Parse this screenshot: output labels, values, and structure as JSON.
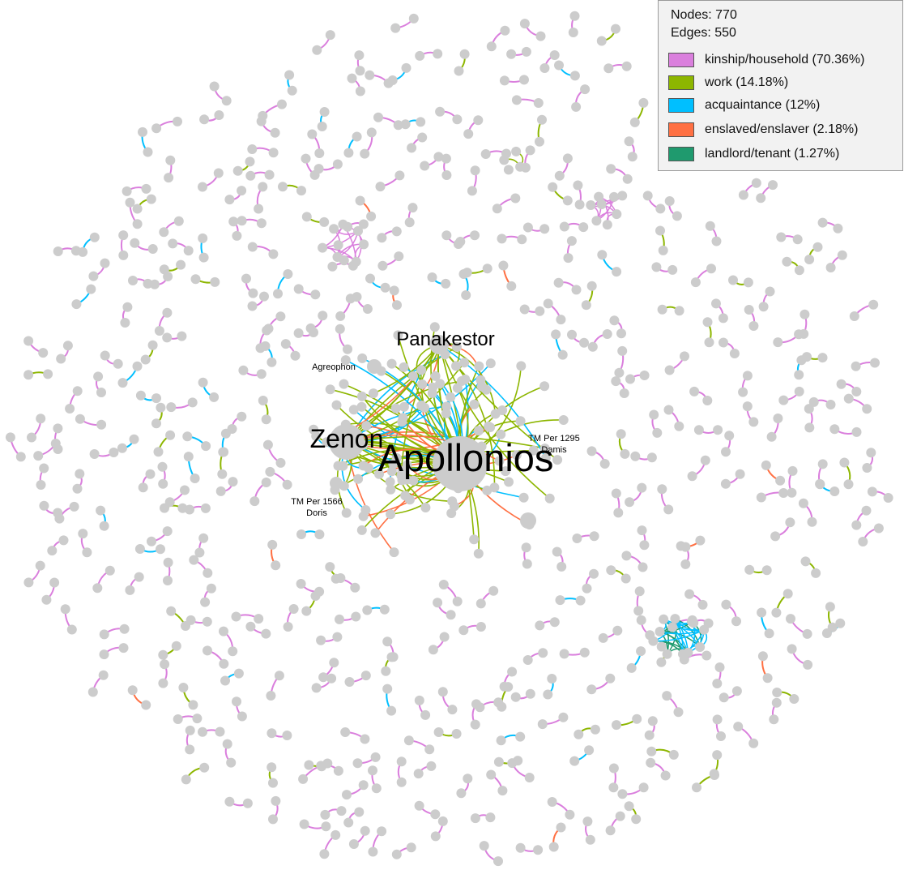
{
  "colors": {
    "kinship": "#da7fdd",
    "work": "#8db600",
    "acquaintance": "#00bfff",
    "enslaved": "#ff7043",
    "landlord": "#1f9a6e",
    "node": "#cccccc"
  },
  "legend": {
    "nodes": "Nodes: 770",
    "edges": "Edges: 550",
    "items": [
      {
        "label": "kinship/household (70.36%)",
        "color": "#da7fdd"
      },
      {
        "label": "work (14.18%)",
        "color": "#8db600"
      },
      {
        "label": "acquaintance (12%)",
        "color": "#00bfff"
      },
      {
        "label": "enslaved/enslaver (2.18%)",
        "color": "#ff7043"
      },
      {
        "label": "landlord/tenant (1.27%)",
        "color": "#1f9a6e"
      }
    ]
  },
  "labels": {
    "apollonios": "Apollonios",
    "zenon": "Zenon",
    "panakestor": "Panakestor",
    "agreophon": "Agreophon",
    "damis_1": "TM Per 1295",
    "damis_2": "Damis",
    "doris_1": "TM Per 1566",
    "doris_2": "Doris"
  }
}
